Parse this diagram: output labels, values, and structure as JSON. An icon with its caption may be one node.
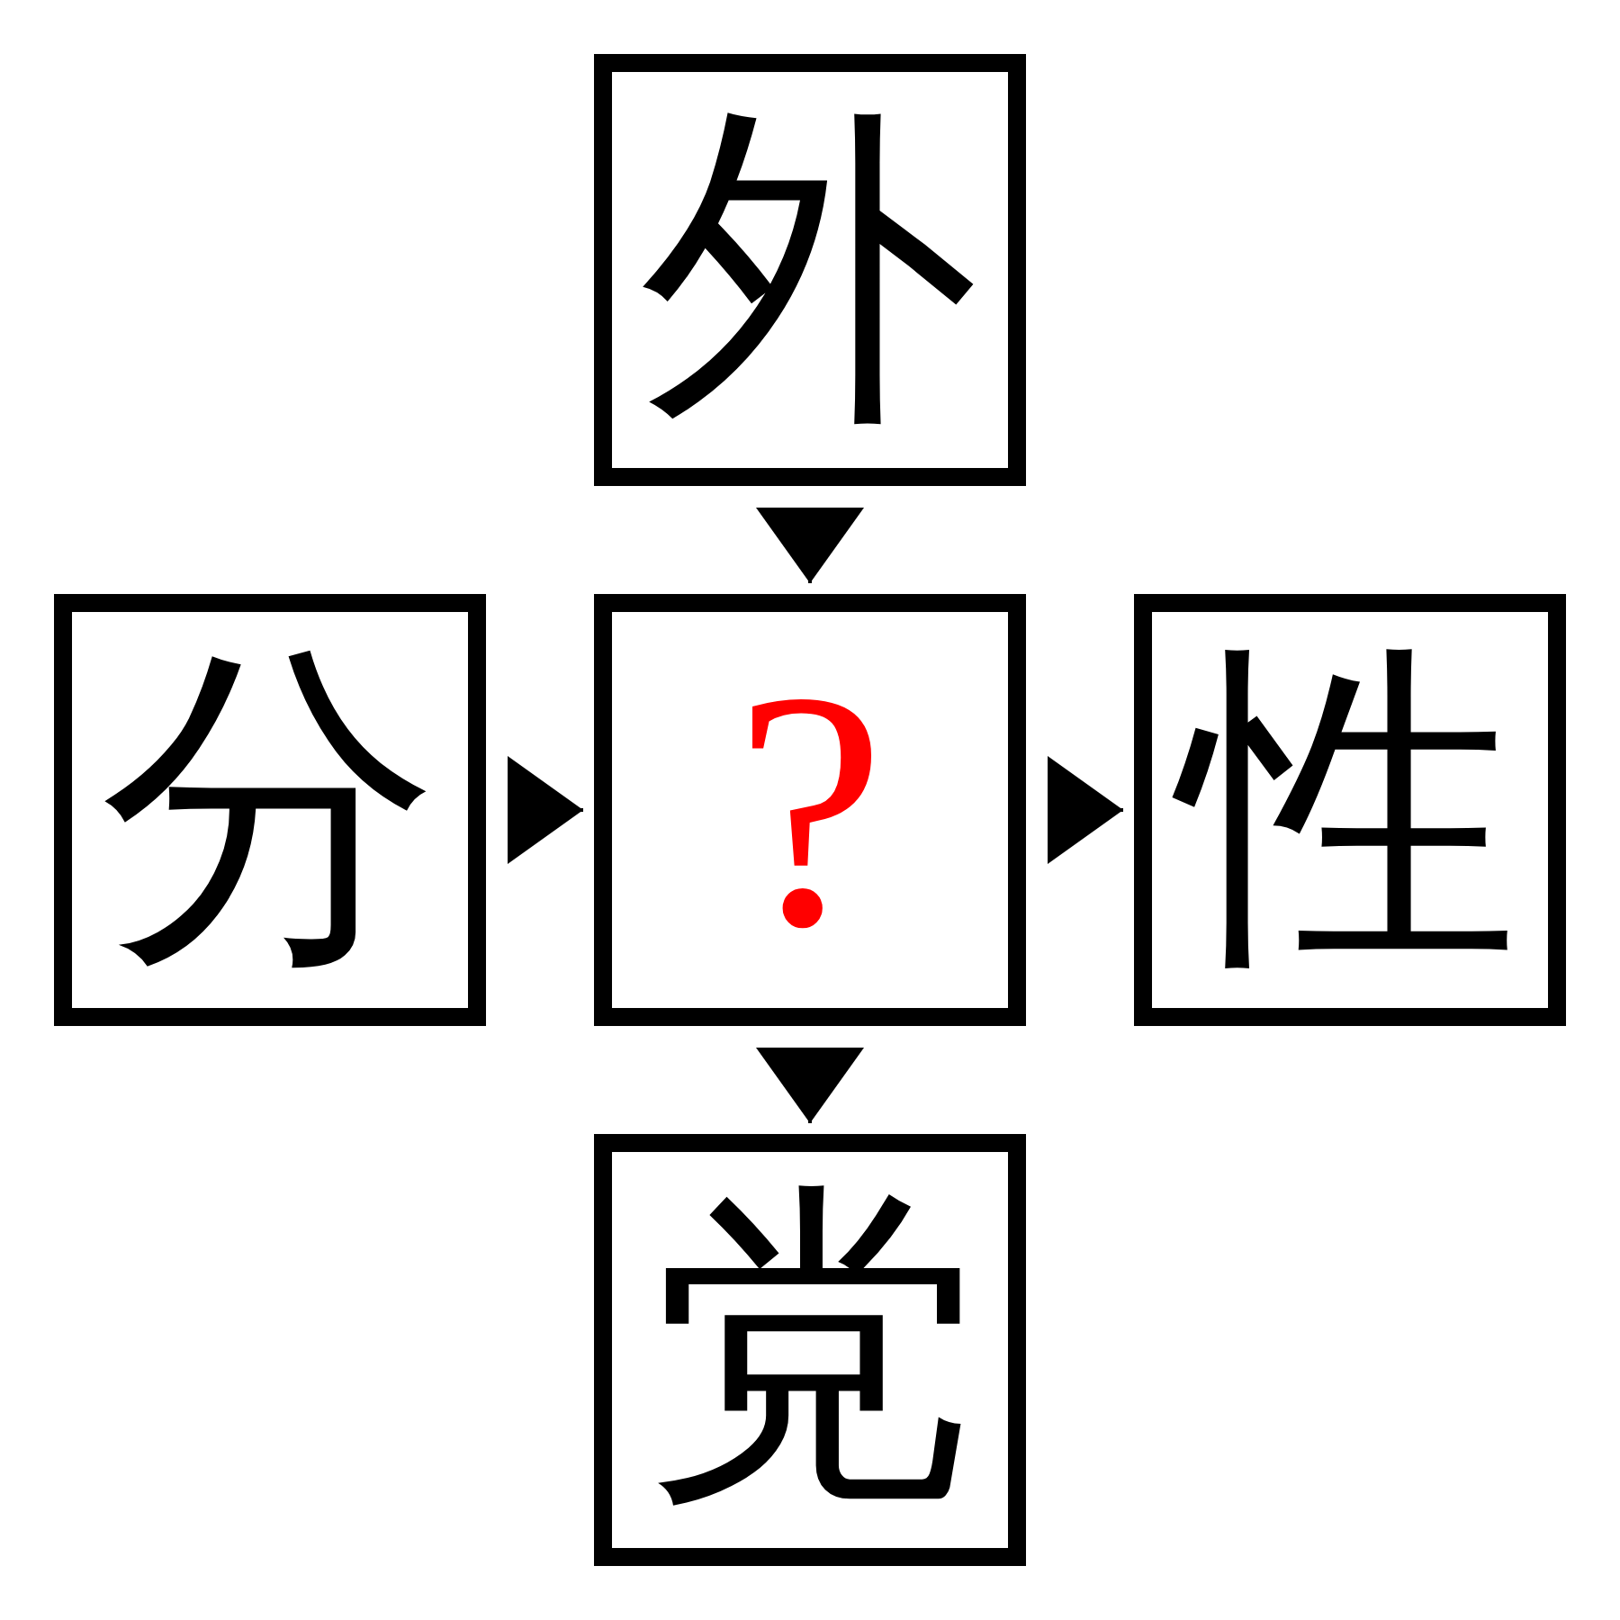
{
  "diagram": {
    "nodes": [
      {
        "text": [
          "外"
        ]
      },
      {
        "text": [
          "分"
        ]
      },
      {
        "text": [
          "?"
        ]
      },
      {
        "text": [
          "性"
        ]
      },
      {
        "text": [
          "党"
        ]
      }
    ],
    "edges": [
      {
        "from": 0,
        "to": 2,
        "arrow": "to"
      },
      {
        "from": 1,
        "to": 2,
        "arrow": "to"
      },
      {
        "from": 2,
        "to": 3,
        "arrow": "to"
      },
      {
        "from": 2,
        "to": 4,
        "arrow": "to"
      }
    ]
  }
}
